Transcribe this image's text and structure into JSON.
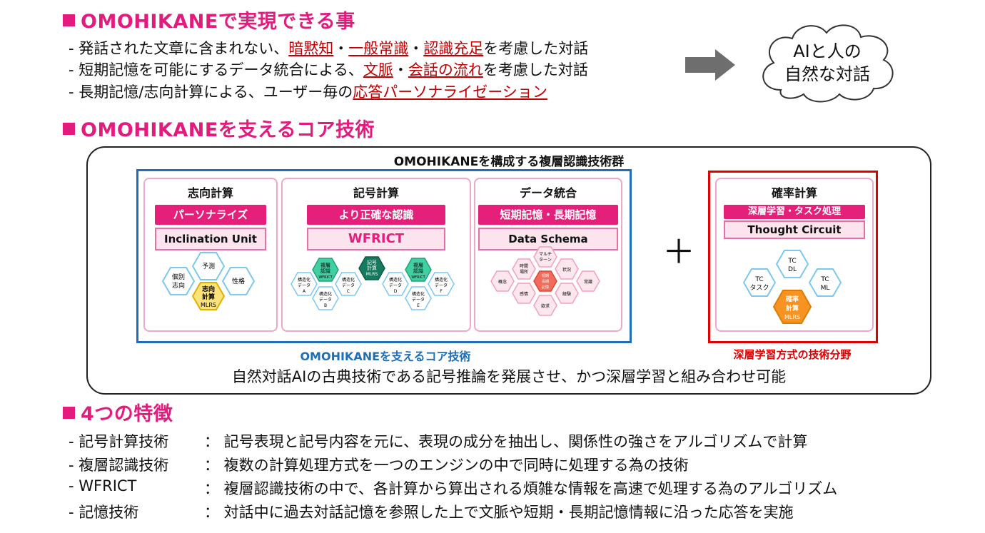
{
  "section1": {
    "title": "OMOHIKANEで実現できる事",
    "bullet1": {
      "prefix": "- 発話された文章に含まれない、",
      "h1": "暗黙知",
      "sep1": "・",
      "h2": "一般常識",
      "sep2": "・",
      "h3": "認識充足",
      "suffix": "を考慮した対話"
    },
    "bullet2": {
      "prefix": "- 短期記憶を可能にするデータ統合による、",
      "h1": "文脈",
      "sep1": "・",
      "h2": "会話の流れ",
      "suffix": "を考慮した対話"
    },
    "bullet3": {
      "prefix": "- 長期記憶/志向計算による、ユーザー毎の",
      "h1": "応答パーソナライゼーション"
    },
    "cloud_line1": "AIと人の",
    "cloud_line2": "自然な対話"
  },
  "section2": {
    "title": "OMOHIKANEを支えるコア技術",
    "frame_title": "OMOHIKANEを構成する複層認識技術群",
    "plus": "＋",
    "blue_caption": "OMOHIKANEを支えるコア技術",
    "red_caption": "深層学習方式の技術分野",
    "bottom_text": "自然対話AIの古典技術である記号推論を発展させ、かつ深層学習と組み合わせ可能",
    "cards": [
      {
        "title": "志向計算",
        "bar": "パーソナライズ",
        "box": "Inclination Unit"
      },
      {
        "title": "記号計算",
        "bar": "より正確な認識",
        "box": "WFRICT"
      },
      {
        "title": "データ統合",
        "bar": "短期記憶・長期記憶",
        "box": "Data Schema"
      },
      {
        "title": "確率計算",
        "bar": "深層学習・タスク処理",
        "box": "Thought Circuit"
      }
    ],
    "hex1": {
      "l1a": "個別",
      "l1b": "志向",
      "top": "予測",
      "right": "性格",
      "c1": "志向",
      "c2": "計算",
      "c3": "MLRS"
    },
    "hex2": {
      "ma1": "複層",
      "ma2": "認識",
      "ma3": "WFRICT",
      "mb1": "記号",
      "mb2": "計算",
      "mb3": "MLRS",
      "mc1": "複層",
      "mc2": "認識",
      "mc3": "WFRICT",
      "s1a": "構造化",
      "s1b": "データ",
      "s1c": "A",
      "s2a": "構造化",
      "s2b": "データ",
      "s2c": "B",
      "s3a": "構造化",
      "s3b": "データ",
      "s3c": "C",
      "s4a": "構造化",
      "s4b": "データ",
      "s4c": "D",
      "s5a": "構造化",
      "s5b": "データ",
      "s5c": "E",
      "s6a": "構造化",
      "s6b": "データ",
      "s6c": "F"
    },
    "hex3": {
      "top1": "マルチ",
      "top2": "ターン",
      "tl1": "時間",
      "tl2": "場所",
      "tr": "状況",
      "l": "概念",
      "r": "常識",
      "bl": "感情",
      "br": "経験",
      "b": "欲求",
      "c1": "短期",
      "c2": "長期",
      "c3": "記憶"
    },
    "hex4": {
      "t1": "TC",
      "t2": "DL",
      "l1": "TC",
      "l2": "タスク",
      "r1": "TC",
      "r2": "ML",
      "c1": "確率",
      "c2": "計算",
      "c3": "MLRS"
    }
  },
  "section3": {
    "title": "4つの特徴",
    "features": [
      {
        "label": "- 記号計算技術",
        "text": "：  記号表現と記号内容を元に、表現の成分を抽出し、関係性の強さをアルゴリズムで計算"
      },
      {
        "label": "- 複層認識技術",
        "text": "：  複数の計算処理方式を一つのエンジンの中で同時に処理する為の技術"
      },
      {
        "label": "- WFRICT",
        "text": "：  複層認識技術の中で、各計算から算出される煩雑な情報を高速で処理する為のアルゴリズム"
      },
      {
        "label": "- 記憶技術",
        "text": "：  対話中に過去対話記憶を参照した上で文脈や短期・長期記憶情報に沿った応答を実施"
      }
    ]
  },
  "colors": {
    "accent": "#e31b7c",
    "highlight": "#c00000",
    "blue_frame": "#1f6fb8",
    "red_frame": "#e00000"
  }
}
